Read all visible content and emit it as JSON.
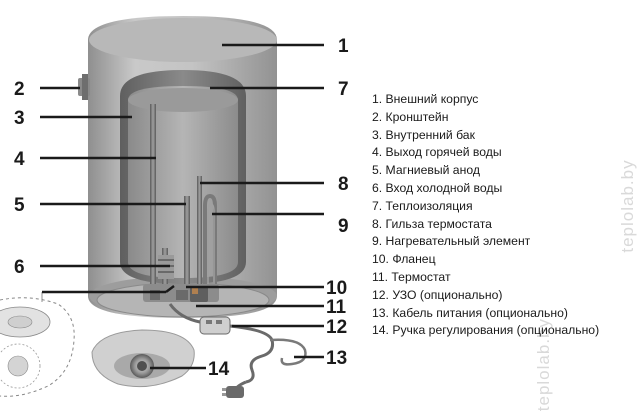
{
  "callouts": [
    "1",
    "2",
    "3",
    "4",
    "5",
    "6",
    "7",
    "8",
    "9",
    "10",
    "11",
    "12",
    "13",
    "14"
  ],
  "legend": [
    "1. Внешний корпус",
    "2. Кронштейн",
    "3. Внутренний бак",
    "4. Выход горячей воды",
    "5. Магниевый анод",
    "6. Вход холодной воды",
    "7. Теплоизоляция",
    "8. Гильза термостата",
    "9. Нагревательный элемент",
    "10. Фланец",
    "11. Термостат",
    "12. УЗО (опционально)",
    "13. Кабель питания (опционально)",
    "14. Ручка регулирования (опционально)"
  ],
  "watermark": "teplolab.by",
  "colors": {
    "body": "#bdbdbd",
    "body_dark": "#8f8f8f",
    "tank": "#a9a9a9",
    "insulation": "#6f6f6f",
    "line": "#1a1a1a"
  }
}
